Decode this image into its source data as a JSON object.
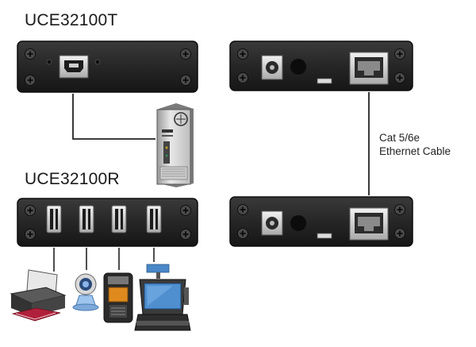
{
  "transmitter": {
    "model": "UCE32100T",
    "port": "USB Type-B"
  },
  "receiver": {
    "model": "UCE32100R",
    "ports": [
      "USB",
      "USB",
      "USB",
      "USB"
    ]
  },
  "cable": {
    "line1": "Cat 5/6e",
    "line2": "Ethernet Cable"
  },
  "icons": [
    "computer-tower-icon",
    "printer-icon",
    "webcam-icon",
    "card-reader-icon",
    "pos-terminal-icon",
    "rj45-port-icon",
    "power-jack-icon"
  ],
  "colors": {
    "chassis": "#2b2b2b",
    "chassis_dark": "#151515",
    "port_metal": "#c9c9c9",
    "line": "#222222"
  }
}
